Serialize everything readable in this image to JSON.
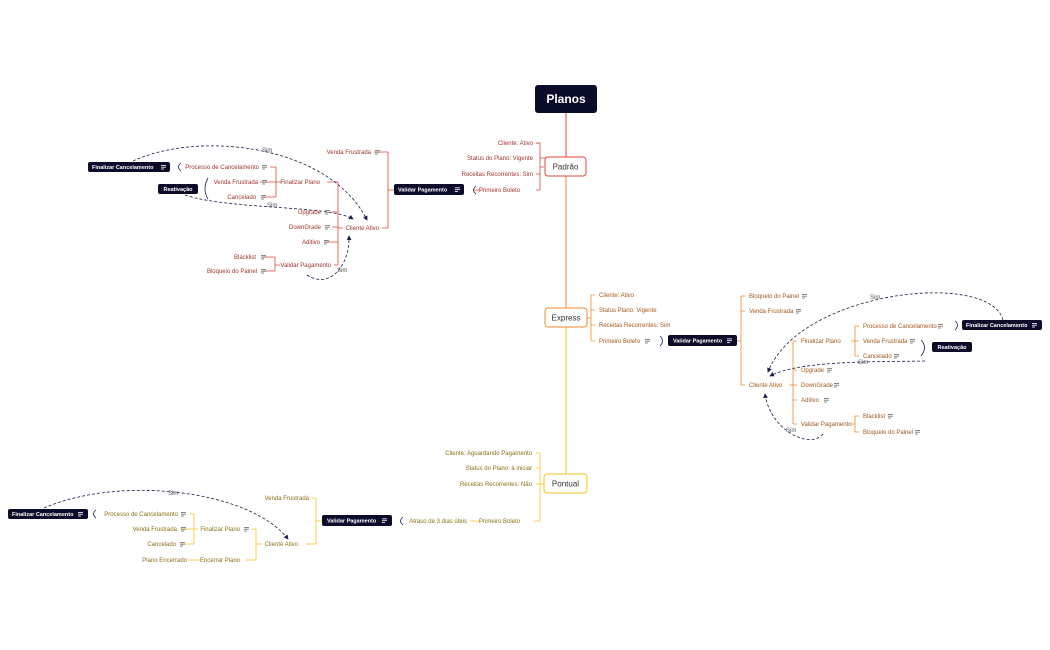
{
  "colors": {
    "root": "#0b0c2a",
    "padrao": "#e0473c",
    "express": "#f08a2b",
    "pontual": "#f2c51c",
    "padrao_text": "#a0352d",
    "express_text": "#a2571a",
    "pontual_text": "#8a6f14",
    "dark_node": "#0b0c2a",
    "dashed": "#1a1f4d",
    "note_icon": "#6b6b6b"
  },
  "root": {
    "title": "Planos"
  },
  "branches": {
    "padrao": {
      "label": "Padrão",
      "details": [
        "Cliente: Ativo",
        "Status do Plano: Vigente",
        "Receitas Recorrentes: Sim",
        "Primeiro Boleto"
      ],
      "validar": "Validar Pagamento",
      "venda_frustrada": "Venda Frustrada",
      "cliente_ativo": "Cliente Ativo",
      "finalizar_plano": "Finalizar Plano",
      "processo_cancelamento": "Processo de Cancelamento",
      "venda_frustrada_2": "Venda Frustrada",
      "cancelado": "Cancelado",
      "finalizar_cancelamento": "Finalizar Cancelamento",
      "reativacao": "Reativação",
      "upgrade": "Upgrade",
      "downgrade": "DownGrade",
      "aditivo": "Aditivo",
      "validar_pagamento_2": "Validar Pagamento",
      "blacklist": "Blacklist",
      "bloqueio": "Bloqueio do Painel",
      "sim": [
        "Sim",
        "Sim",
        "Sim"
      ]
    },
    "express": {
      "label": "Express",
      "details": [
        "Cliente: Ativo",
        "Status Plano: Vigente",
        "Receitas Recorrentes: Sim",
        "Primeiro Boleto"
      ],
      "validar": "Validar Pagamento",
      "bloqueio_top": "Bloqueio do Painel",
      "venda_frustrada": "Venda Frustrada",
      "cliente_ativo": "Cliente Ativo",
      "finalizar_plano": "Finalizar Plano",
      "processo_cancelamento": "Processo de Cancelamento",
      "venda_frustrada_2": "Venda Frustrada",
      "cancelado": "Cancelado",
      "finalizar_cancelamento": "Finalizar Cancelamento",
      "reativacao": "Reativação",
      "upgrade": "Upgrade",
      "downgrade": "DownGrade",
      "aditivo": "Aditivo",
      "validar_pagamento_2": "Validar Pagamento",
      "blacklist": "Blacklist",
      "bloqueio": "Bloqueio do Painel",
      "sim": [
        "Sim",
        "Sim",
        "Sim"
      ]
    },
    "pontual": {
      "label": "Pontual",
      "details": [
        "Cliente: Aguardando Pagamento",
        "Status do Plano: à iniciar",
        "Receitas Recorrentes: Não",
        "Primeiro Boleto"
      ],
      "atraso": "Atraso de 3 dias úteis",
      "validar": "Validar Pagamento",
      "venda_frustrada": "Venda Frustrada",
      "cliente_ativo": "Cliente Ativo",
      "finalizar_plano": "Finalizar Plano",
      "processo_cancelamento": "Processo de Cancelamento",
      "venda_frustrada_2": "Venda Frustrada",
      "cancelado": "Cancelado",
      "finalizar_cancelamento": "Finalizar Cancelamento",
      "plano_encerrado": "Plano Encerrado",
      "encerrar_plano": "Encerrar Plano",
      "sim": [
        "Sim"
      ]
    }
  }
}
